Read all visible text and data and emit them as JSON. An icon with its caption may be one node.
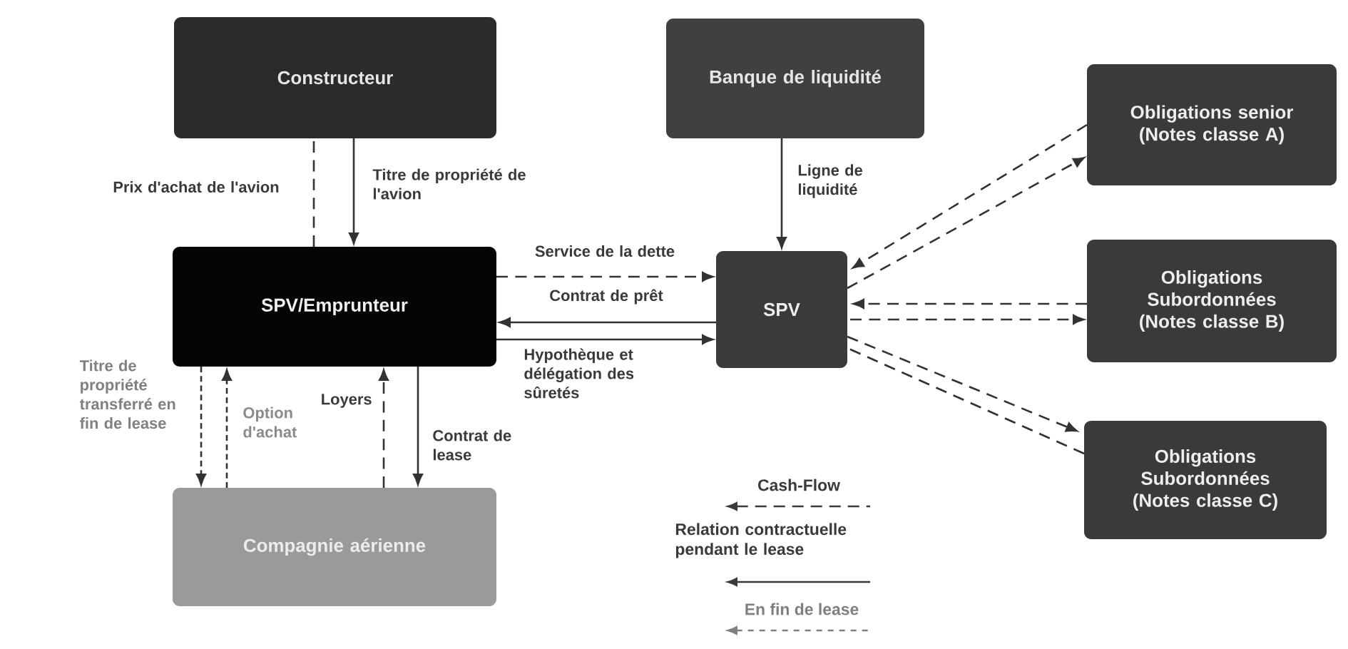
{
  "diagram": {
    "nodes": [
      {
        "text": [
          "Constructeur"
        ]
      },
      {
        "text": [
          "Banque de liquidité"
        ]
      },
      {
        "text": [
          "Obligations senior (Notes classe A)"
        ]
      },
      {
        "text": [
          "SPV/Emprunteur"
        ]
      },
      {
        "text": [
          "SPV"
        ]
      },
      {
        "text": [
          "Obligations Subordonnées (Notes classe B)"
        ]
      },
      {
        "text": [
          "Obligations Subordonnées (Notes classe C)"
        ]
      },
      {
        "text": [
          "Compagnie aérienne"
        ]
      }
    ],
    "edges": [
      {
        "from": 3,
        "to": 0,
        "arrow": "none",
        "style": "dashed",
        "label": "Prix d'achat de l'avion"
      },
      {
        "from": 0,
        "to": 3,
        "arrow": "to",
        "label": "Titre de propriété de l'avion"
      },
      {
        "from": 1,
        "to": 4,
        "arrow": "to",
        "label": "Ligne de liquidité"
      },
      {
        "from": 3,
        "to": 4,
        "arrow": "to",
        "style": "dashed",
        "label": "Service de la dette"
      },
      {
        "from": 4,
        "to": 3,
        "arrow": "to",
        "label": "Contrat de prêt"
      },
      {
        "from": 3,
        "to": 4,
        "arrow": "to",
        "label": "Hypothèque et délégation des sûretés"
      },
      {
        "from": 4,
        "to": 2,
        "arrow": "to",
        "style": "dashed"
      },
      {
        "from": 2,
        "to": 4,
        "arrow": "to",
        "style": "dashed"
      },
      {
        "from": 5,
        "to": 4,
        "arrow": "to",
        "style": "dashed"
      },
      {
        "from": 4,
        "to": 5,
        "arrow": "to",
        "style": "dashed"
      },
      {
        "from": 4,
        "to": 6,
        "arrow": "to",
        "style": "dashed"
      },
      {
        "from": 6,
        "to": 4,
        "arrow": "none",
        "style": "dashed"
      },
      {
        "from": 3,
        "to": 7,
        "arrow": "to",
        "style": "dashed",
        "label": "Titre de propriété transferré en fin de lease"
      },
      {
        "from": 7,
        "to": 3,
        "arrow": "to",
        "style": "dashed",
        "label": "Option d'achat"
      },
      {
        "from": 7,
        "to": 3,
        "arrow": "to",
        "style": "dashed",
        "label": "Loyers"
      },
      {
        "from": 3,
        "to": 7,
        "arrow": "to",
        "label": "Contrat de lease"
      }
    ],
    "legend": [
      {
        "text": "Cash-Flow"
      },
      {
        "text": "Relation contractuelle pendant le lease"
      },
      {
        "text": "En fin de lease"
      }
    ]
  }
}
